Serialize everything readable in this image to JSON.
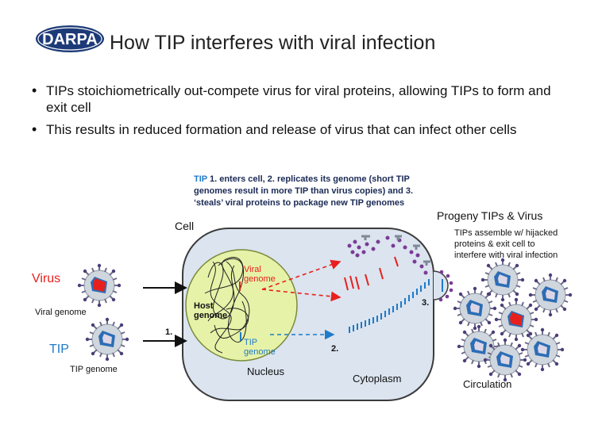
{
  "header": {
    "logo_text": "DARPA",
    "title": "How TIP interferes with viral infection"
  },
  "bullets": [
    "TIPs stoichiometrically out-compete virus for viral proteins, allowing TIPs to form and exit cell",
    "This results in reduced formation and release of virus that can infect other cells"
  ],
  "steps_caption": {
    "tip": "TIP",
    "text": " 1. enters cell, 2. replicates its genome (short TIP genomes result in more TIP than virus copies) and 3. ‘steals’ viral proteins to package new TIP genomes"
  },
  "labels": {
    "cell": "Cell",
    "virus": "Virus",
    "viral_genome": "Viral genome",
    "tip": "TIP",
    "tip_genome": "TIP genome",
    "host_genome_line1": "Host",
    "host_genome_line2": "genome",
    "viral_genome_in_nucleus_line1": "Viral",
    "viral_genome_in_nucleus_line2": "genome",
    "tip_genome_in_nucleus_line1": "TIP",
    "tip_genome_in_nucleus_line2": "genome",
    "nucleus": "Nucleus",
    "cytoplasm": "Cytoplasm",
    "step1": "1.",
    "step2": "2.",
    "step3": "3.",
    "progeny": "Progeny TIPs & Virus",
    "progeny_note_line1": "TIPs assemble w/ hijacked",
    "progeny_note_line2": "proteins & exit cell to",
    "progeny_note_line3": "interfere with viral infection",
    "circulation": "Circulation"
  },
  "colors": {
    "logo_bg": "#1d3a78",
    "cell_fill": "#dbe4ef",
    "cell_stroke": "#3b3b3b",
    "nucleus_fill": "#e6f2a8",
    "virus_label": "#e8201d",
    "tip_label": "#1f7ac8",
    "viral_rna": "#e8201d",
    "tip_rna": "#1f7ac8",
    "protein": "#7b3b96",
    "capsid": "#5b89b0"
  }
}
